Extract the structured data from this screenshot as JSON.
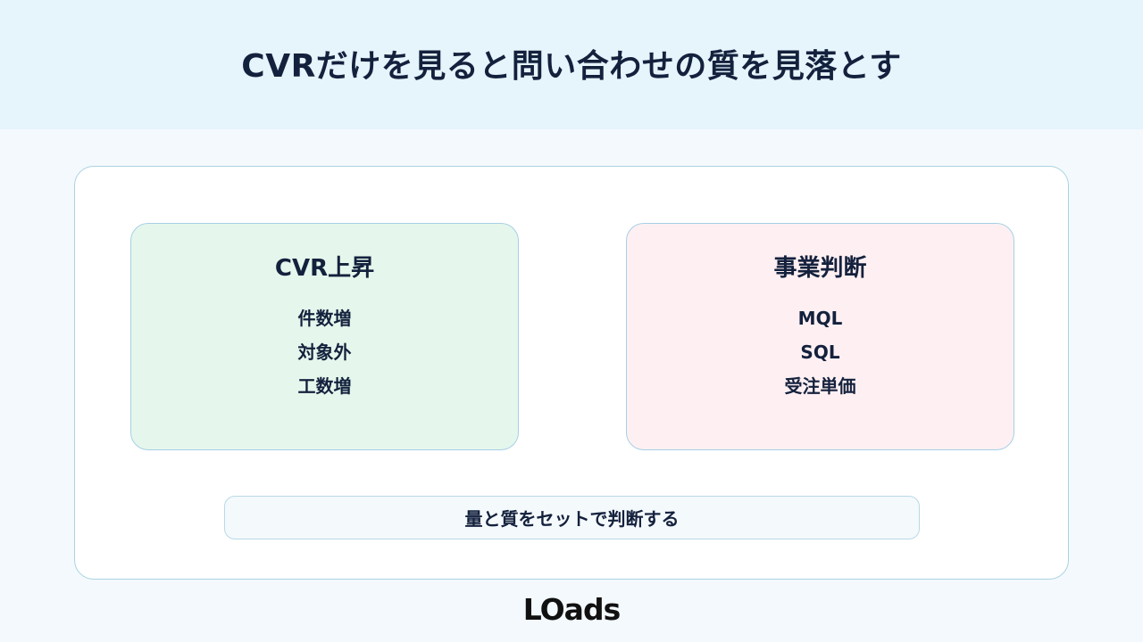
{
  "header": {
    "title": "CVRだけを見ると問い合わせの質を見落とす"
  },
  "cards": {
    "left": {
      "title": "CVR上昇",
      "items": [
        "件数増",
        "対象外",
        "工数増"
      ],
      "background": "#e5f7ec"
    },
    "right": {
      "title": "事業判断",
      "items": [
        "MQL",
        "SQL",
        "受注単価"
      ],
      "background": "#fef0f2"
    }
  },
  "note": {
    "text": "量と質をセットで判断する"
  },
  "footer": {
    "logo": "LOads"
  },
  "colors": {
    "text": "#14213d",
    "header_bg": "#e6f4fc",
    "border": "#a9d3e0"
  }
}
